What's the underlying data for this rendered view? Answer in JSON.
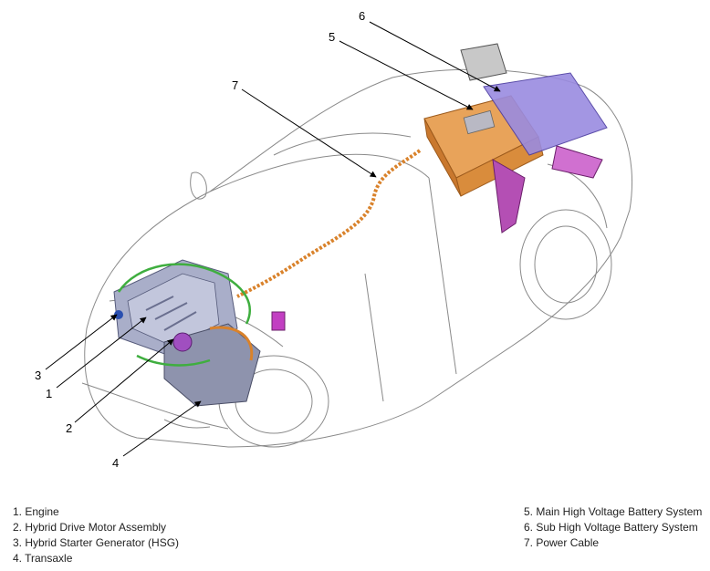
{
  "callouts": {
    "c1": "1",
    "c2": "2",
    "c3": "3",
    "c4": "4",
    "c5": "5",
    "c6": "6",
    "c7": "7"
  },
  "legend": {
    "left": [
      "1. Engine",
      "2. Hybrid Drive Motor Assembly",
      "3. Hybrid Starter Generator (HSG)",
      "4. Transaxle"
    ],
    "right": [
      "5. Main High Voltage Battery System",
      "6. Sub High Voltage Battery System",
      "7. Power Cable"
    ]
  },
  "colors": {
    "outline": "#777777",
    "engine": "#a9aec9",
    "cable": "#d9822b",
    "hose": "#3fae3f",
    "battery": "#d98c3c",
    "sub_battery": "#7f6fd6",
    "connector": "#c23fc2"
  }
}
